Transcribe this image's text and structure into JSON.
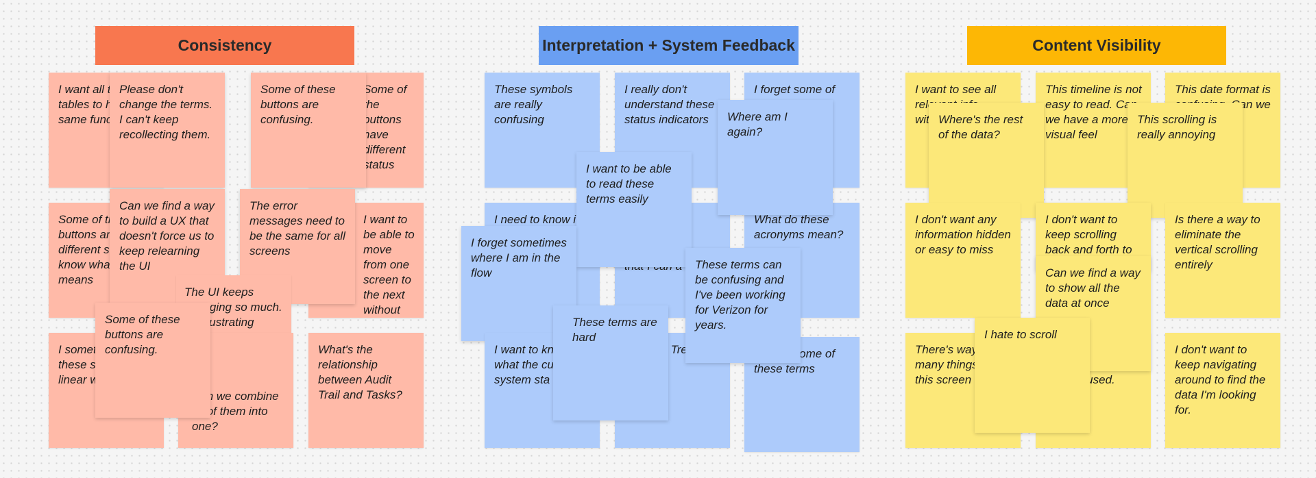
{
  "colors": {
    "consistency_header": "#f8774f",
    "interpretation_header": "#6a9ff2",
    "visibility_header": "#fdb705",
    "pink_note": "#ffbaa8",
    "blue_note": "#adcbfb",
    "yellow_note": "#fce879"
  },
  "consistency": {
    "title": "Consistency",
    "notes": [
      "I want all the tables to have the same functionality",
      "Some of the buttons have different status",
      "Please don't change the terms. I can't keep recollecting them.",
      "Some of these buttons are confusing.",
      "Some of these buttons are different so I don't know what that means",
      "I want to be able to move from one screen to the next without",
      "Can we find a way to build a UX that doesn't force us to keep relearning the UI",
      "The error messages need to be the same for all screens",
      "The UI keeps changing so much. It's frustrating",
      "Some of these buttons are confusing.",
      "I sometimes see these screens in a linear way",
      "Can we combine all of them into one?",
      "What's the relationship between Audit Trail and Tasks?"
    ]
  },
  "interpretation": {
    "title": "Interpretation + System Feedback",
    "notes": [
      "These symbols are really confusing",
      "I really don't understand these status indicators",
      "I forget some of",
      "Where am I again?",
      "I want to be able to read these terms easily",
      "I need to know i",
      "What do these acronyms mean?",
      "I forget sometimes where I am in the flow",
      "that I can a easily?",
      "These terms can be confusing and I've been working for Verizon for years.",
      "These terms are hard",
      "I want to know what the cu system sta",
      "wher Tree I am",
      "I forget some of these terms"
    ]
  },
  "visibility": {
    "title": "Content Visibility",
    "notes": [
      "I want to see all relevant info without",
      "Where's the rest of the data?",
      "This timeline is not easy to read. Can we have a more visual feel",
      "This date format is confusing. Can we just",
      "This scrolling is really annoying",
      "I don't want any information hidden or easy to miss",
      "I don't want to keep scrolling back and forth to",
      "Can we find a way to show all the data at once",
      "Is there a way to eliminate the vertical scrolling entirely",
      "There's way too many things on this screen",
      "I hate to scroll",
      "nfused.",
      "I don't want to keep navigating around to find the data I'm looking for."
    ]
  }
}
